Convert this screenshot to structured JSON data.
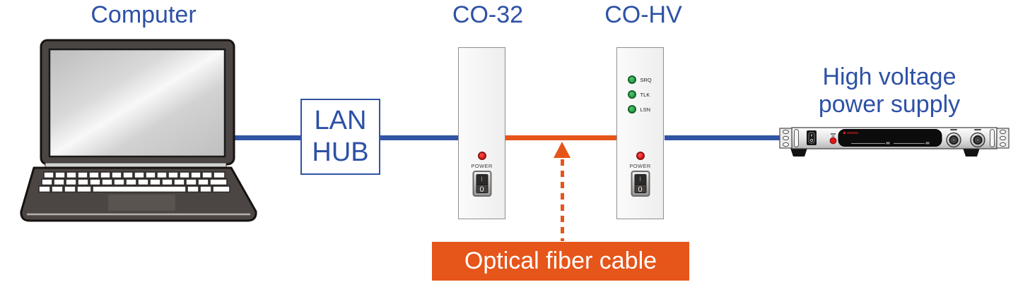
{
  "labels": {
    "computer": "Computer",
    "co32": "CO-32",
    "cohv": "CO-HV",
    "hv_supply_line1": "High voltage",
    "hv_supply_line2": "power supply",
    "lan_hub_line1": "LAN",
    "lan_hub_line2": "HUB",
    "optical_fiber_cable": "Optical fiber cable"
  },
  "co32_module": {
    "power_label": "POWER",
    "switch_on": "I",
    "switch_off": "0"
  },
  "cohv_module": {
    "status_leds": [
      {
        "label": "SRQ"
      },
      {
        "label": "TLK"
      },
      {
        "label": "LSN"
      }
    ],
    "power_label": "POWER",
    "switch_on": "I",
    "switch_off": "0"
  },
  "colors": {
    "label_blue": "#2d51a5",
    "line_blue": "#3154a4",
    "cable_orange": "#e6551a",
    "led_red": "#d40606",
    "led_green": "#189339"
  }
}
